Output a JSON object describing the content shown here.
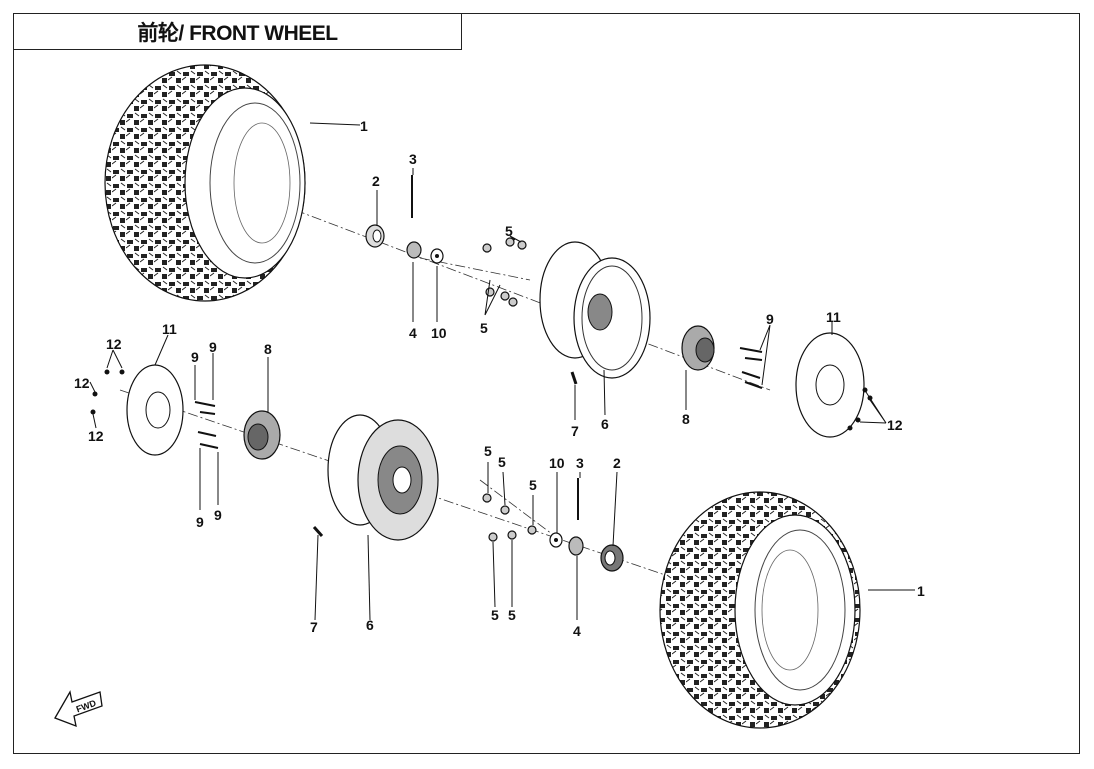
{
  "title": "前轮/ FRONT WHEEL",
  "fwd_label": "FWD",
  "callouts": {
    "upper": {
      "tire": "1",
      "seal": "2",
      "cotter_pin": "3",
      "nut": "4",
      "washer": "10",
      "lug_nuts_top": "5",
      "lug_nuts_bottom": "5",
      "valve": "7",
      "rim": "6",
      "hub": "8",
      "hub_bolts": "9",
      "disc": "11",
      "disc_bolts": "12"
    },
    "lower": {
      "disc_bolts_a": "12",
      "disc_bolts_b": "12",
      "disc_bolts_c": "12",
      "disc": "11",
      "hub_bolts_a": "9",
      "hub_bolts_b": "9",
      "hub_bolts_c": "9",
      "hub_bolts_d": "9",
      "hub": "8",
      "valve": "7",
      "rim": "6",
      "lug_nut_a": "5",
      "lug_nut_b": "5",
      "lug_nut_c": "5",
      "lug_nut_d": "5",
      "lug_nut_e": "5",
      "washer": "10",
      "cotter_pin": "3",
      "seal": "2",
      "nut": "4",
      "tire": "1"
    }
  }
}
